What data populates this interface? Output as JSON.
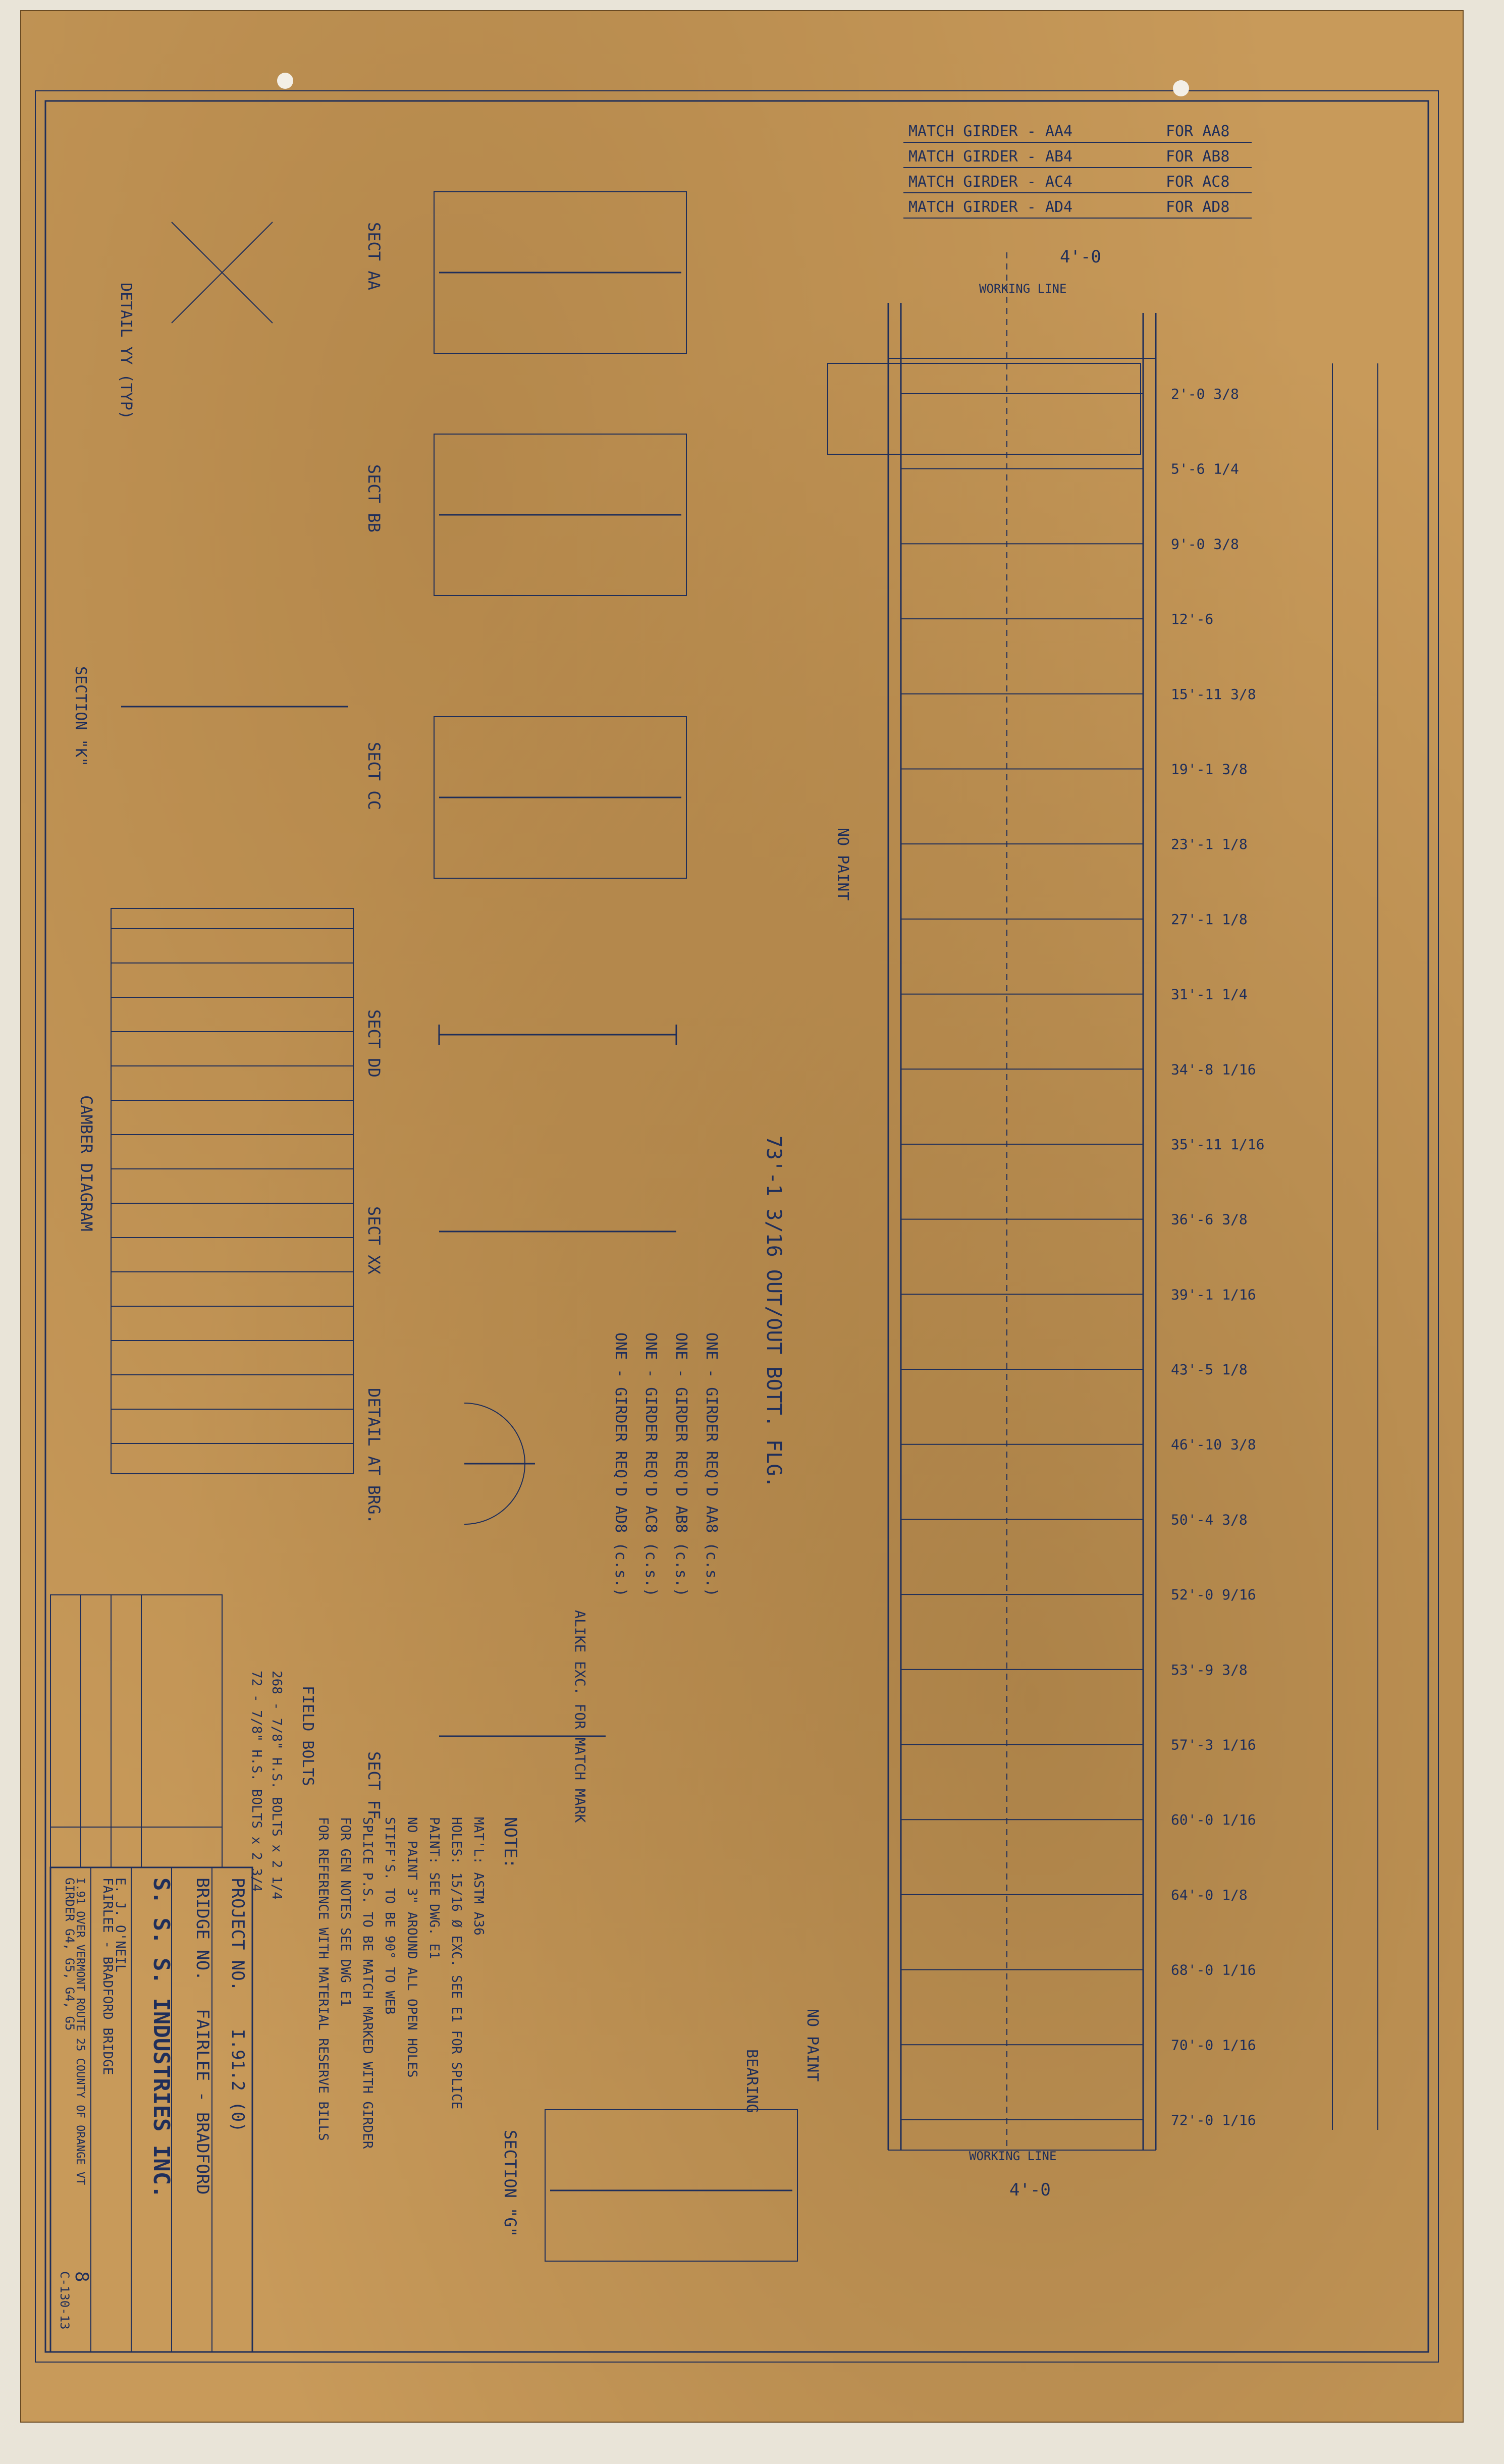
{
  "match_table": [
    {
      "girder": "MATCH GIRDER - AA4",
      "for": "FOR AA8"
    },
    {
      "girder": "MATCH GIRDER - AB4",
      "for": "FOR AB8"
    },
    {
      "girder": "MATCH GIRDER - AC4",
      "for": "FOR AC8"
    },
    {
      "girder": "MATCH GIRDER - AD4",
      "for": "FOR AD8"
    }
  ],
  "left_labels": {
    "detail_yy": "DETAIL YY (TYP)",
    "section_kk": "SECTION \"K\"",
    "camber": "CAMBER DIAGRAM",
    "field_bolts": "FIELD BOLTS",
    "bolts_line1": "268 - 7/8\" H.S. BOLTS x 2 1/4",
    "bolts_line2": "72 - 7/8\" H.S. BOLTS x 2 3/4"
  },
  "sections": [
    "SECT AA",
    "SECT BB",
    "SECT CC",
    "SECT DD",
    "SECT XX",
    "DETAIL AT BRG.",
    "SECT FF",
    "SECTION \"G\""
  ],
  "girder_req": [
    "ONE - GIRDER REQ'D AA8 (c.s.)",
    "ONE - GIRDER REQ'D AB8 (c.s.)",
    "ONE - GIRDER REQ'D AC8 (c.s.)",
    "ONE - GIRDER REQ'D AD8 (c.s.)",
    "ALIKE EXC. FOR MATCH MARK"
  ],
  "notes": {
    "title": "NOTE:",
    "lines": [
      "MAT'L: ASTM A36",
      "HOLES: 15/16 Ø EXC. SEE E1 FOR SPLICE",
      "PAINT: SEE DWG. E1",
      "NO PAINT 3\" AROUND ALL OPEN HOLES",
      "STIFF'S. TO BE 90° TO WEB",
      "SPLICE P.S. TO BE MATCH MARKED WITH GIRDER",
      "FOR GEN NOTES SEE DWG E1",
      "FOR REFERENCE WITH MATERIAL RESERVE BILLS"
    ]
  },
  "dims": {
    "total_len": "73'-1 3/16 OUT/OUT BOTT. FLG.",
    "top": "4'-0",
    "bottom": "4'-0",
    "working_line": "WORKING LINE",
    "no_paint": "NO PAINT",
    "bearing": "BEARING",
    "right_stations": [
      "2'-0 3/8",
      "5'-6 1/4",
      "9'-0 3/8",
      "12'-6",
      "15'-11 3/8",
      "19'-1 3/8",
      "23'-1 1/8",
      "27'-1 1/8",
      "31'-1 1/4",
      "34'-8 1/16",
      "35'-11 1/16",
      "36'-6 3/8",
      "39'-1 1/16",
      "43'-5 1/8",
      "46'-10 3/8",
      "50'-4 3/8",
      "52'-0 9/16",
      "53'-9 3/8",
      "57'-3 1/16",
      "60'-0 1/16",
      "64'-0 1/8",
      "68'-0 1/16",
      "70'-0 1/16",
      "72'-0 1/16"
    ]
  },
  "title_block": {
    "project_no_label": "PROJECT NO.",
    "project_no": "I.91.2 (0)",
    "bridge_no_label": "BRIDGE NO.",
    "bridge_no": "FAIRLEE - BRADFORD",
    "company": "S. S. S. INDUSTRIES INC.",
    "customer": "E. J. O'NEIL",
    "structure": "FAIRLEE - BRADFORD BRIDGE",
    "location": "I.91 OVER VERMONT ROUTE 25 COUNTY OF ORANGE VT",
    "title": "GIRDER G4, G5, G4, G5",
    "dwg": "8",
    "contract": "C-130-13"
  }
}
